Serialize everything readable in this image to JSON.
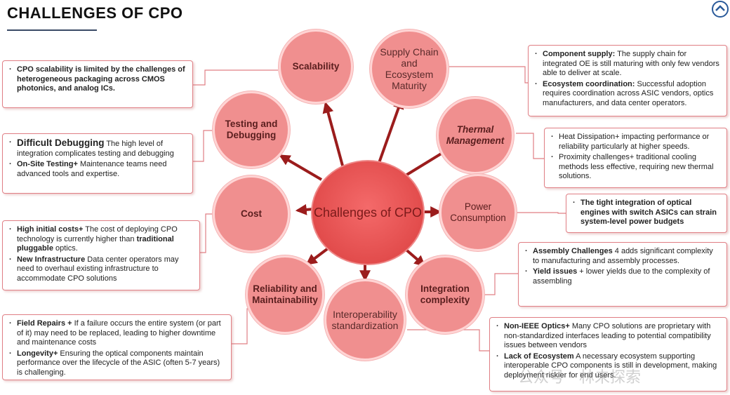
{
  "title": "CHALLENGES OF CPO",
  "center": "Challenges of CPO",
  "nodes": {
    "scalability": "Scalability",
    "supply_chain": "Supply Chain and Ecosystem Maturity",
    "testing": "Testing and Debugging",
    "thermal": "Thermal Management",
    "cost": "Cost",
    "power": "Power Consumption",
    "reliability": "Reliability and Maintainability",
    "integration": "Integration complexity",
    "interoperability": "Interoperability standardization"
  },
  "boxes": {
    "scalability": {
      "text": "CPO scalability is limited by the challenges of heterogeneous packaging across CMOS photonics, and analog ICs."
    },
    "testing": {
      "item1_head": "Difficult Debugging",
      "item1_text": " The high level of integration complicates testing and debugging",
      "item2_head": "On-Site Testing+",
      "item2_text": " Maintenance teams need advanced tools and expertise."
    },
    "cost": {
      "item1_head": "High initial costs+",
      "item1_text": " The cost of deploying CPO technology is currently higher than ",
      "item1_tail": "traditional pluggable",
      "item1_end": " optics.",
      "item2_head": "New Infrastructure",
      "item2_text": " Data center operators may need to overhaul existing infrastructure to accommodate CPO solutions"
    },
    "reliability": {
      "item1_head": "Field Repairs +",
      "item1_text": " If a failure occurs the entire system (or part of it) may need to be replaced, leading to higher downtime and maintenance costs",
      "item2_head": "Longevity+",
      "item2_text": " Ensuring the optical components maintain performance over the lifecycle of the ASIC (often 5-7 years) is challenging."
    },
    "supply": {
      "item1_head": "Component supply:",
      "item1_text": " The supply chain for integrated OE is still maturing with only few vendors able to deliver at scale.",
      "item2_head": "Ecosystem coordination:",
      "item2_text": " Successful adoption requires coordination across ASIC vendors, optics manufacturers, and data center operators."
    },
    "thermal": {
      "item1_text": "Heat Dissipation+ impacting performance or reliability particularly at higher speeds.",
      "item2_text": "Proximity challenges+ traditional cooling methods less effective, requiring new thermal solutions."
    },
    "power": {
      "text": "The tight integration of optical engines with switch ASICs can strain system-level power budgets"
    },
    "integration": {
      "item1_head": "Assembly Challenges",
      "item1_text": " 4 adds significant complexity to manufacturing and assembly processes.",
      "item2_head": "Yield issues",
      "item2_text": " + lower yields due to the complexity of assembling"
    },
    "interop": {
      "item1_head": "Non-IEEE Optics+",
      "item1_text": " Many CPO solutions are proprietary with non-standardized interfaces leading to potential compatibility issues between vendors",
      "item2_head": "Lack of Ecosystem",
      "item2_text": " A necessary ecosystem supporting interoperable CPO components is still in development, making deployment riskier for end users."
    }
  },
  "watermark": "公众号 · 林未探索",
  "colors": {
    "node": "#f08f8f",
    "center": "#e24c4c",
    "arrow": "#9b1c1c",
    "box_border": "#e07f85"
  },
  "icons": [
    "up-chevron-circle-icon"
  ]
}
